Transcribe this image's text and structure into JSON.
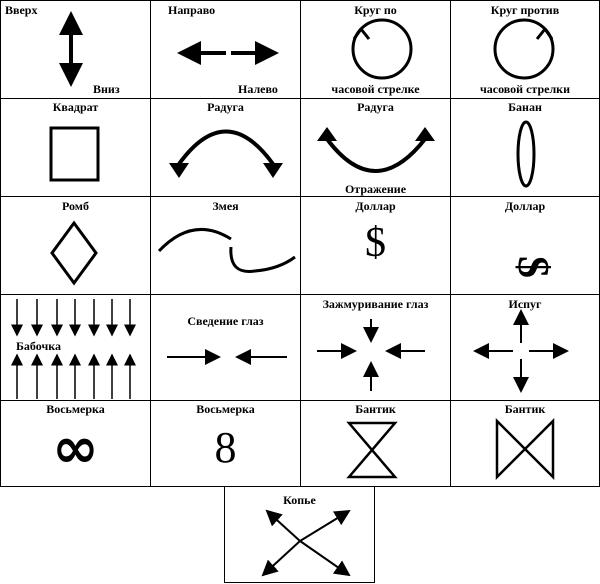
{
  "cells": [
    {
      "id": "up-down",
      "labels": {
        "top": "Вверх",
        "bottom": "Вниз"
      }
    },
    {
      "id": "right-left",
      "labels": {
        "top": "Направо",
        "bottom": "Налево"
      }
    },
    {
      "id": "circle-cw",
      "labels": {
        "top": "Круг по",
        "bottom": "часовой стрелке"
      }
    },
    {
      "id": "circle-ccw",
      "labels": {
        "top": "Круг против",
        "bottom": "часовой стрелки"
      }
    },
    {
      "id": "square",
      "labels": {
        "top": "Квадрат"
      }
    },
    {
      "id": "rainbow-down",
      "labels": {
        "top": "Радуга"
      }
    },
    {
      "id": "rainbow-up",
      "labels": {
        "top": "Радуга",
        "bottom": "Отражение"
      }
    },
    {
      "id": "banana",
      "labels": {
        "top": "Банан"
      }
    },
    {
      "id": "rhombus",
      "labels": {
        "top": "Ромб"
      }
    },
    {
      "id": "snake",
      "labels": {
        "top": "Змея"
      }
    },
    {
      "id": "dollar",
      "labels": {
        "top": "Доллар"
      },
      "symbol": "$"
    },
    {
      "id": "dollar-lying",
      "labels": {
        "top": "Доллар"
      },
      "symbol": "$"
    },
    {
      "id": "butterfly",
      "labels": {
        "middle": "Бабочка"
      }
    },
    {
      "id": "eyes-converge",
      "labels": {
        "top": "Сведение глаз"
      }
    },
    {
      "id": "eyes-squeeze",
      "labels": {
        "top": "Зажмуривание глаз"
      }
    },
    {
      "id": "fright",
      "labels": {
        "top": "Испуг"
      }
    },
    {
      "id": "eight-lying",
      "labels": {
        "top": "Восьмерка"
      },
      "symbol": "∞"
    },
    {
      "id": "eight",
      "labels": {
        "top": "Восьмерка"
      },
      "symbol": "8"
    },
    {
      "id": "bow-vertical",
      "labels": {
        "top": "Бантик"
      }
    },
    {
      "id": "bow-horizontal",
      "labels": {
        "top": "Бантик"
      }
    },
    {
      "id": "spear",
      "labels": {
        "top": "Копье"
      }
    }
  ]
}
